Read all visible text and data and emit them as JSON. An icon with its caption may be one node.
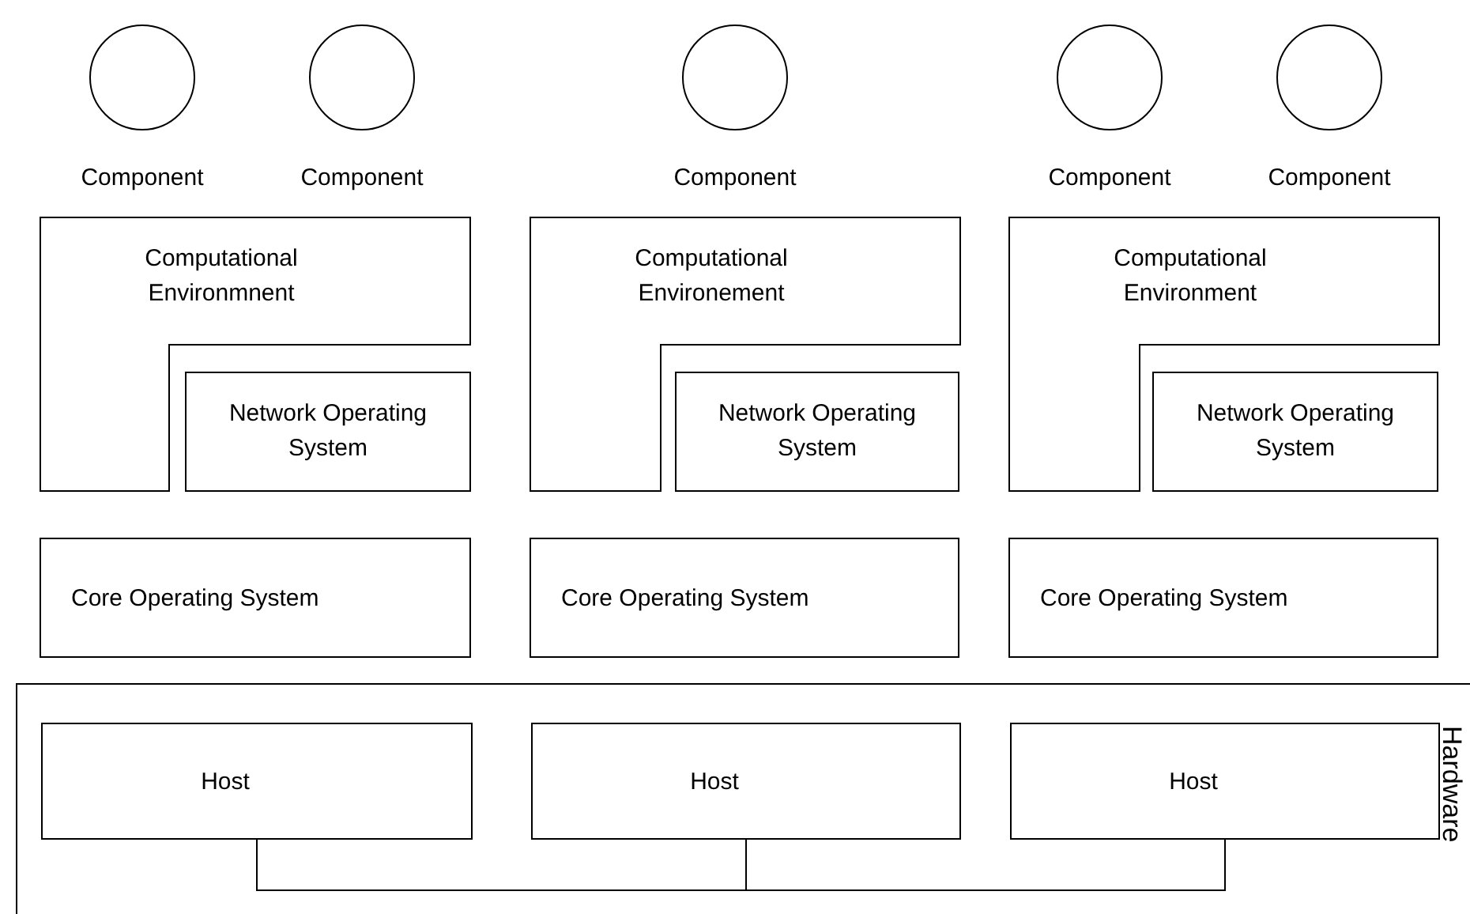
{
  "diagram": {
    "nodes": [
      {
        "text": [
          "Component"
        ]
      },
      {
        "text": [
          "Component"
        ]
      },
      {
        "text": [
          "Component"
        ]
      },
      {
        "text": [
          "Component"
        ]
      },
      {
        "text": [
          "Component"
        ]
      },
      {
        "text": [
          "Computational Environmnent"
        ]
      },
      {
        "text": [
          "Computational Environement"
        ]
      },
      {
        "text": [
          "Computational Environment"
        ]
      },
      {
        "text": [
          "Network Operating System"
        ]
      },
      {
        "text": [
          "Network Operating System"
        ]
      },
      {
        "text": [
          "Network Operating System"
        ]
      },
      {
        "text": [
          "Core Operating System"
        ]
      },
      {
        "text": [
          "Core Operating System"
        ]
      },
      {
        "text": [
          "Core Operating System"
        ]
      },
      {
        "text": [
          "Hardware"
        ]
      },
      {
        "text": [
          "Host"
        ],
        "in": 14
      },
      {
        "text": [
          "Host"
        ],
        "in": 14
      },
      {
        "text": [
          "Host"
        ],
        "in": 14
      }
    ],
    "edges": [
      {
        "from": 15,
        "to": 16,
        "arrow": "none"
      },
      {
        "from": 16,
        "to": 17,
        "arrow": "none"
      }
    ]
  }
}
